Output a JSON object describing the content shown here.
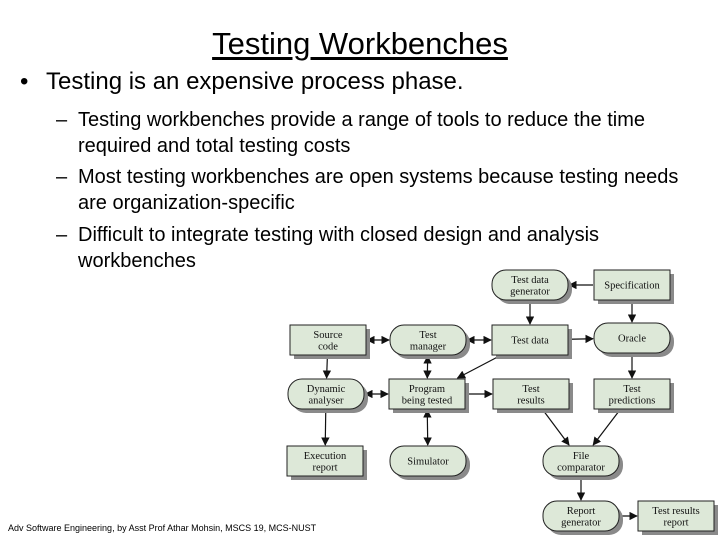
{
  "slide": {
    "title": "Testing Workbenches",
    "bullet": "Testing is an expensive process phase.",
    "sub_bullets": [
      "Testing workbenches provide a range of tools to reduce the time required and total testing costs",
      "Most testing workbenches are open systems because testing needs are organization-specific",
      "Difficult to integrate testing with closed design and analysis workbenches"
    ],
    "footer": "Adv Software Engineering, by Asst Prof Athar Mohsin, MSCS 19, MCS-NUST"
  },
  "diagram": {
    "colors": {
      "fill": "#dde8d8",
      "stroke": "#222222",
      "shadow": "#8a8a8a",
      "arrow": "#111111"
    },
    "nodes": [
      {
        "id": "test-data-generator",
        "shape": "rounded",
        "lines": [
          "Test data",
          "generator"
        ]
      },
      {
        "id": "specification",
        "shape": "rect",
        "lines": [
          "Specification"
        ]
      },
      {
        "id": "source-code",
        "shape": "rect",
        "lines": [
          "Source",
          "code"
        ]
      },
      {
        "id": "test-manager",
        "shape": "rounded",
        "lines": [
          "Test",
          "manager"
        ]
      },
      {
        "id": "test-data",
        "shape": "rect",
        "lines": [
          "Test data"
        ]
      },
      {
        "id": "oracle",
        "shape": "rounded",
        "lines": [
          "Oracle"
        ]
      },
      {
        "id": "dynamic-analyser",
        "shape": "rounded",
        "lines": [
          "Dynamic",
          "analyser"
        ]
      },
      {
        "id": "program-being-tested",
        "shape": "rect",
        "lines": [
          "Program",
          "being tested"
        ]
      },
      {
        "id": "test-results",
        "shape": "rect",
        "lines": [
          "Test",
          "results"
        ]
      },
      {
        "id": "test-predictions",
        "shape": "rect",
        "lines": [
          "Test",
          "predictions"
        ]
      },
      {
        "id": "execution-report",
        "shape": "rect",
        "lines": [
          "Execution",
          "report"
        ]
      },
      {
        "id": "simulator",
        "shape": "rounded",
        "lines": [
          "Simulator"
        ]
      },
      {
        "id": "file-comparator",
        "shape": "rounded",
        "lines": [
          "File",
          "comparator"
        ]
      },
      {
        "id": "report-generator",
        "shape": "rounded",
        "lines": [
          "Report",
          "generator"
        ]
      },
      {
        "id": "test-results-report",
        "shape": "rect",
        "lines": [
          "Test results",
          "report"
        ]
      }
    ],
    "edges": [
      {
        "from": "specification",
        "to": "test-data-generator"
      },
      {
        "from": "test-data-generator",
        "to": "test-data"
      },
      {
        "from": "specification",
        "to": "oracle"
      },
      {
        "from": "source-code",
        "to": "test-manager",
        "bidirectional": true
      },
      {
        "from": "test-manager",
        "to": "test-data",
        "bidirectional": true
      },
      {
        "from": "test-data",
        "to": "oracle"
      },
      {
        "from": "test-manager",
        "to": "program-being-tested",
        "bidirectional": true
      },
      {
        "from": "test-data",
        "to": "program-being-tested"
      },
      {
        "from": "oracle",
        "to": "test-predictions"
      },
      {
        "from": "source-code",
        "to": "dynamic-analyser"
      },
      {
        "from": "program-being-tested",
        "to": "dynamic-analyser",
        "bidirectional": true
      },
      {
        "from": "program-being-tested",
        "to": "test-results"
      },
      {
        "from": "program-being-tested",
        "to": "simulator",
        "bidirectional": true
      },
      {
        "from": "dynamic-analyser",
        "to": "execution-report"
      },
      {
        "from": "test-results",
        "to": "file-comparator"
      },
      {
        "from": "test-predictions",
        "to": "file-comparator"
      },
      {
        "from": "file-comparator",
        "to": "report-generator"
      },
      {
        "from": "report-generator",
        "to": "test-results-report"
      }
    ]
  }
}
